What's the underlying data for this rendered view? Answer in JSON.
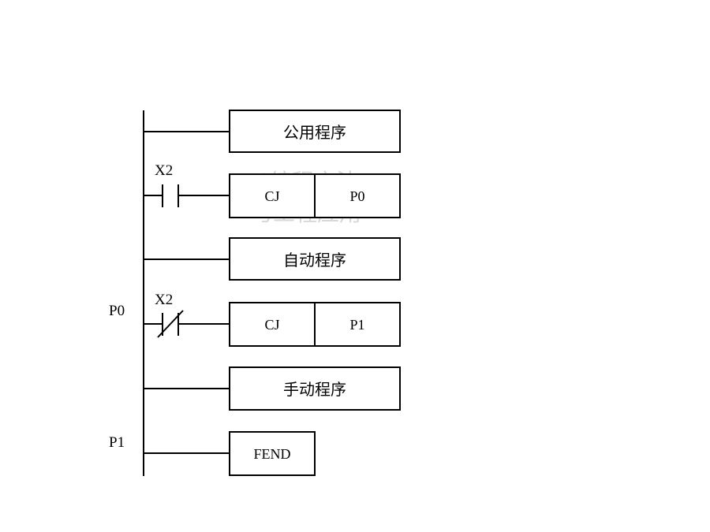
{
  "diagram": {
    "watermark": {
      "line1": "PLC编程方法",
      "line2": "与工程应用"
    },
    "side_labels": {
      "p0": "P0",
      "p1": "P1"
    },
    "contact_labels": {
      "no_contact": "X2",
      "nc_contact": "X2"
    },
    "rungs": {
      "common": {
        "text": "公用程序"
      },
      "jump_p0": {
        "op": "CJ",
        "arg": "P0"
      },
      "auto": {
        "text": "自动程序"
      },
      "jump_p1": {
        "op": "CJ",
        "arg": "P1"
      },
      "manual": {
        "text": "手动程序"
      },
      "fend": {
        "text": "FEND"
      }
    }
  }
}
